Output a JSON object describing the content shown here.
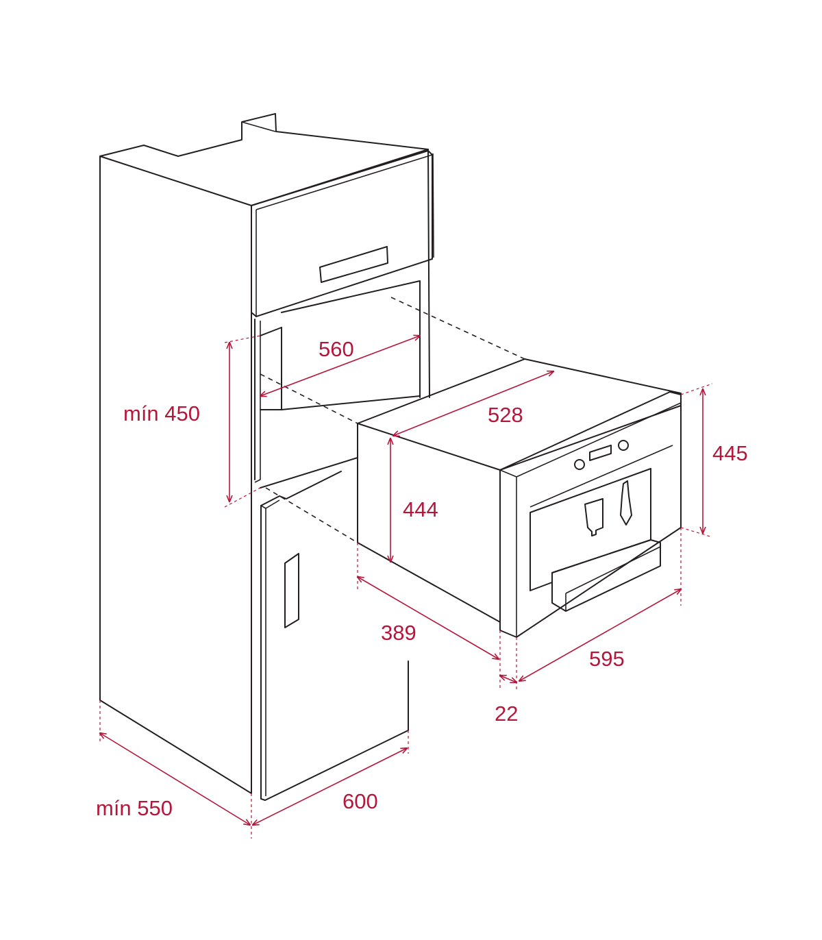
{
  "colors": {
    "line": "#231f20",
    "dimension": "#b5173a",
    "background": "#ffffff"
  },
  "dimensions": {
    "cabinet_depth_min": "mín 550",
    "cabinet_width": "600",
    "niche_height_min": "mín 450",
    "niche_width": "560",
    "appliance_body_width": "528",
    "appliance_body_height": "444",
    "appliance_front_height": "445",
    "appliance_body_depth": "389",
    "front_panel_thickness": "22",
    "appliance_front_width": "595"
  }
}
